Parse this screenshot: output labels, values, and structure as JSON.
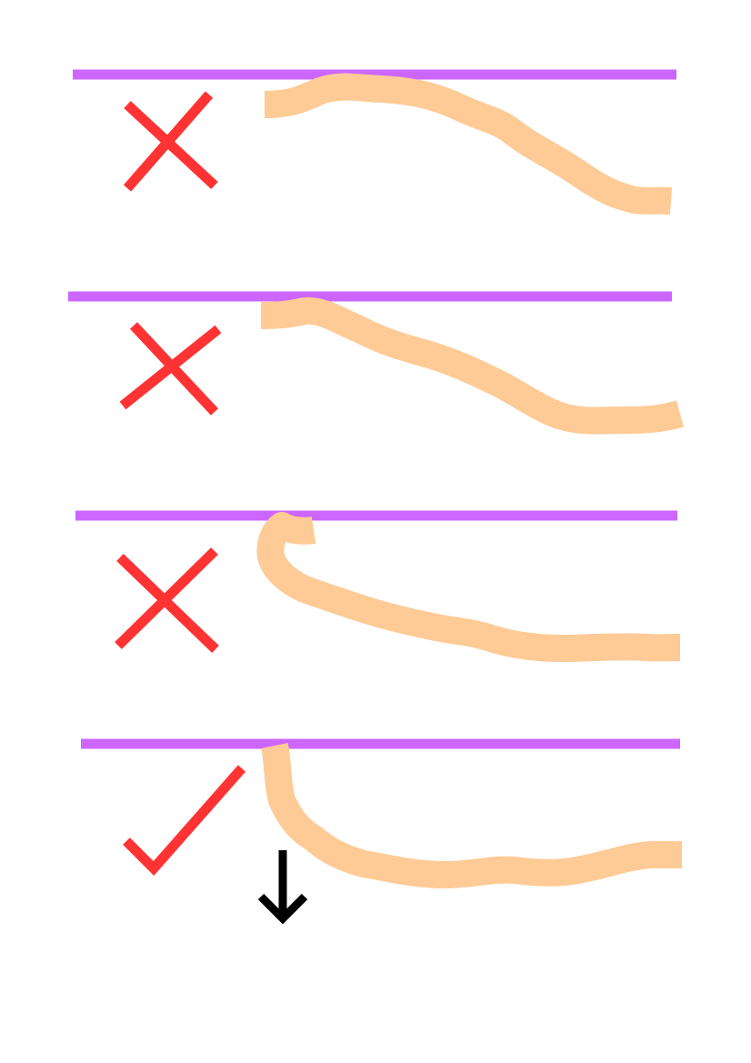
{
  "colors": {
    "background": "#ffffff",
    "line": "#cc66ff",
    "stroke": "#fecb96",
    "mark": "#ff3333",
    "arrow": "#000000"
  },
  "panels": [
    {
      "mark": "cross",
      "mark_icon": "cross-icon",
      "shape": "hump-then-descend"
    },
    {
      "mark": "cross",
      "mark_icon": "cross-icon",
      "shape": "touch-then-descend"
    },
    {
      "mark": "cross",
      "mark_icon": "cross-icon",
      "shape": "hook-then-flat"
    },
    {
      "mark": "check",
      "mark_icon": "checkmark-icon",
      "shape": "touch-then-curve-down",
      "arrow_icon": "arrow-down-icon"
    }
  ]
}
